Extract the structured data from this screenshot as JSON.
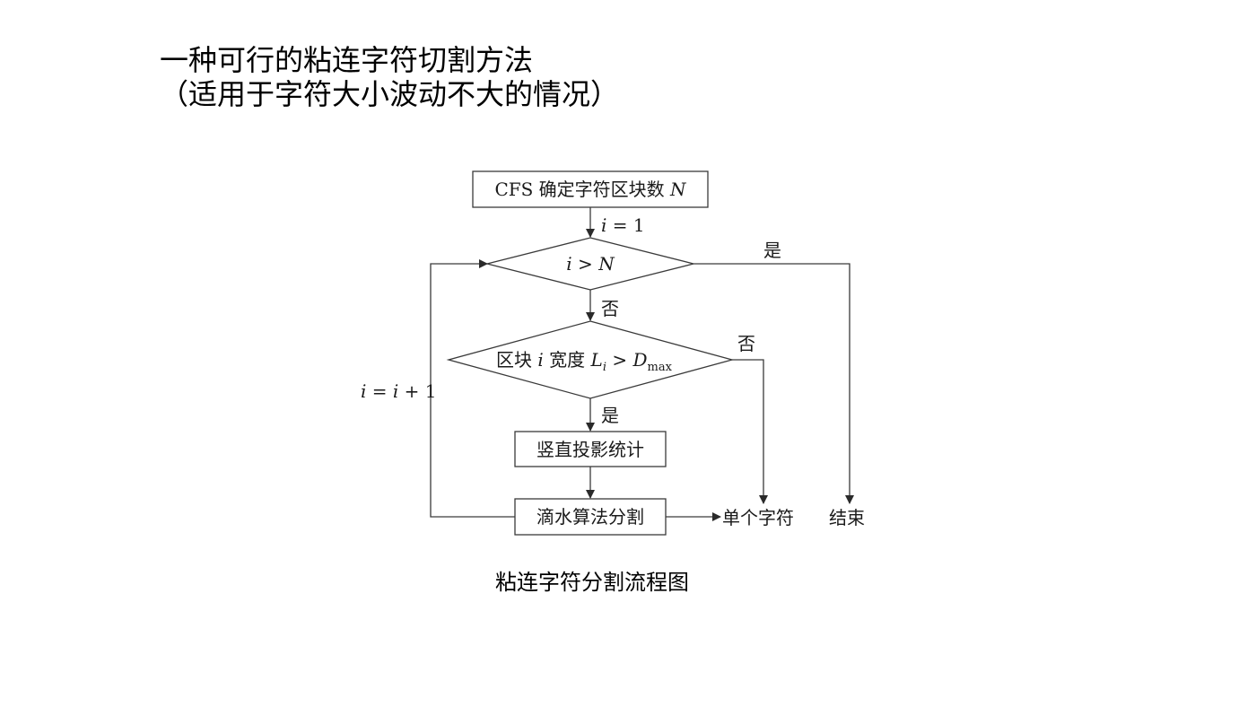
{
  "title": {
    "line1": "一种可行的粘连字符切割方法",
    "line2": "（适用于字符大小波动不大的情况）"
  },
  "caption": "粘连字符分割流程图",
  "flowchart": {
    "start_box": {
      "text": "CFS 确定字符区块数 ",
      "var": "N"
    },
    "init_label": {
      "var": "i",
      "rest": " = 1"
    },
    "decision1": {
      "var_i": "i",
      "op": " > ",
      "var_n": "N"
    },
    "decision1_yes": "是",
    "decision1_no": "否",
    "decision2": {
      "prefix": "区块 ",
      "var_i": "i",
      "middle": " 宽度 ",
      "var_l": "L",
      "sub_i": "i",
      "op": " > ",
      "var_d": "D",
      "sub_max": "max"
    },
    "decision2_yes": "是",
    "decision2_no": "否",
    "box_projection": "竖直投影统计",
    "box_drop": "滴水算法分割",
    "loop_label": {
      "i1": "i",
      "eq": " = ",
      "i2": "i",
      "plus": " + 1"
    },
    "out_single": "单个字符",
    "out_end": "结束"
  }
}
